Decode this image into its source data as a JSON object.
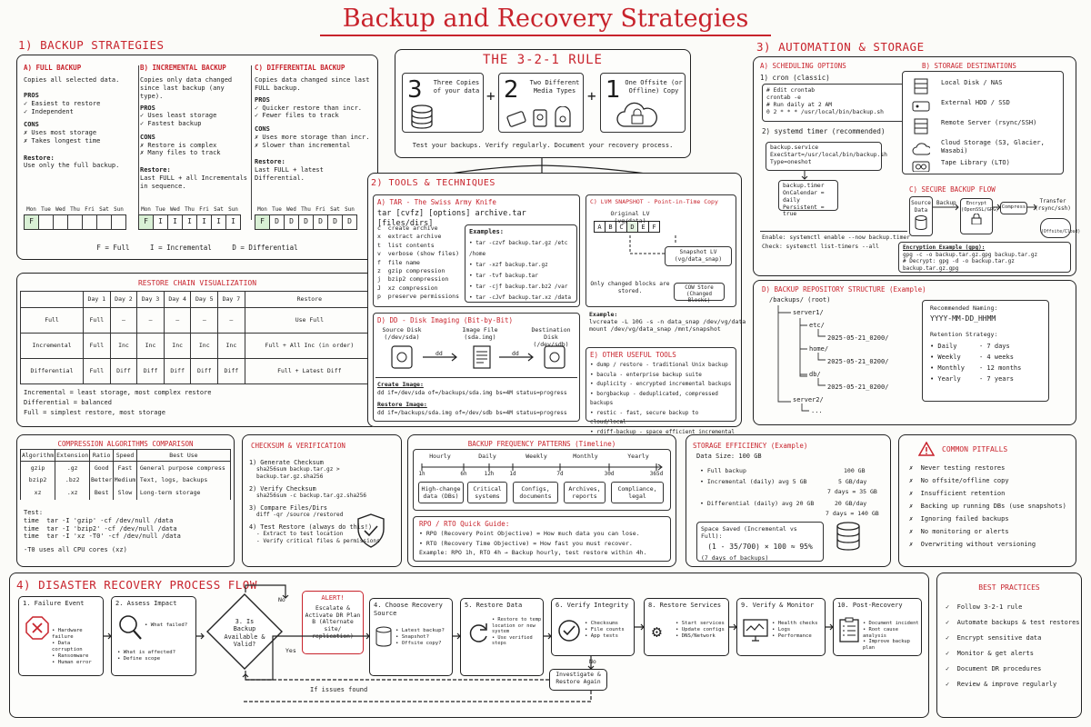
{
  "title": "Backup and Recovery Strategies",
  "s1": {
    "heading": "1) BACKUP STRATEGIES",
    "full": {
      "t": "A) FULL BACKUP",
      "desc": "Copies all selected data.",
      "pros_h": "PROS",
      "pros": [
        "✓ Easiest to restore",
        "✓ Independent"
      ],
      "cons_h": "CONS",
      "cons": [
        "✗ Uses most storage",
        "✗ Takes longest time"
      ],
      "restore_h": "Restore:",
      "restore": "Use only the full backup."
    },
    "inc": {
      "t": "B) INCREMENTAL BACKUP",
      "desc": "Copies only data changed since last backup (any type).",
      "pros_h": "PROS",
      "pros": [
        "✓ Uses least storage",
        "✓ Fastest backup"
      ],
      "cons_h": "CONS",
      "cons": [
        "✗ Restore is complex",
        "✗ Many files to track"
      ],
      "restore_h": "Restore:",
      "restore": "Last FULL + all Incrementals in sequence."
    },
    "diff": {
      "t": "C) DIFFERENTIAL BACKUP",
      "desc": "Copies data changed since last FULL backup.",
      "pros_h": "PROS",
      "pros": [
        "✓ Quicker restore than incr.",
        "✓ Fewer files to track"
      ],
      "cons_h": "CONS",
      "cons": [
        "✗ Uses more storage than incr.",
        "✗ Slower than incremental"
      ],
      "restore_h": "Restore:",
      "restore": "Last FULL + latest Differential."
    },
    "days": [
      "Mon",
      "Tue",
      "Wed",
      "Thu",
      "Fri",
      "Sat",
      "Sun"
    ],
    "week_full": [
      "F",
      "",
      "",
      "",
      "",
      "",
      ""
    ],
    "week_inc": [
      "F",
      "I",
      "I",
      "I",
      "I",
      "I",
      "I"
    ],
    "week_diff": [
      "F",
      "D",
      "D",
      "D",
      "D",
      "D",
      "D"
    ],
    "legend": "F = Full     I = Incremental     D = Differential"
  },
  "rule": {
    "title": "THE 3-2-1 RULE",
    "n1": "3",
    "l1": "Three Copies of your data",
    "plus": "+",
    "n2": "2",
    "l2": "Two Different Media Types",
    "n3": "1",
    "l3": "One Offsite (or Offline) Copy",
    "foot": "Test your backups. Verify regularly. Document your recovery process."
  },
  "chain": {
    "title": "RESTORE CHAIN VISUALIZATION",
    "head": [
      "",
      "Day 1",
      "Day 2",
      "Day 3",
      "Day 4",
      "Day 5",
      "Day 7",
      "Restore"
    ],
    "rows": [
      [
        "Full",
        "Full",
        "–",
        "–",
        "–",
        "–",
        "–",
        "Use Full"
      ],
      [
        "Incremental",
        "Full",
        "Inc",
        "Inc",
        "Inc",
        "Inc",
        "Inc",
        "Full + All Inc (in order)"
      ],
      [
        "Differential",
        "Full",
        "Diff",
        "Diff",
        "Diff",
        "Diff",
        "Diff",
        "Full + Latest Diff"
      ]
    ],
    "notes": [
      "Incremental = least storage, most complex restore",
      "Differential = balanced",
      "Full = simplest restore, most storage"
    ]
  },
  "tools": {
    "heading": "2) TOOLS & TECHNIQUES",
    "tar": {
      "t": "A) TAR - The Swiss Army Knife",
      "syntax": "tar [cvfz] [options] archive.tar [files/dirs]",
      "opts": [
        "c  create archive",
        "x  extract archive",
        "t  list contents",
        "v  verbose (show files)",
        "f  file name",
        "z  gzip compression",
        "j  bzip2 compression",
        "J  xz compression",
        "p  preserve permissions"
      ],
      "ex_h": "Examples:",
      "ex": [
        "• tar -czvf backup.tar.gz /etc /home",
        "• tar -xzf backup.tar.gz",
        "• tar -tvf backup.tar",
        "• tar -cjf backup.tar.bz2 /var",
        "• tar -cJvf backup.tar.xz /data"
      ]
    },
    "lvm": {
      "t": "C) LVM SNAPSHOT - Point-in-Time Copy",
      "orig": "Original LV (vg/data)",
      "blocks": [
        "A",
        "B",
        "C",
        "D",
        "E",
        "F"
      ],
      "snap": "Snapshot LV (vg/data_snap)",
      "cow": "COW Store (Changed Blocks)",
      "note": "Only changed blocks are stored.",
      "ex_h": "Example:",
      "ex": [
        "lvcreate -L 10G -s -n data_snap /dev/vg/data",
        "mount /dev/vg/data_snap /mnt/snapshot"
      ]
    },
    "dd": {
      "t": "D) DD - Disk Imaging (Bit-by-Bit)",
      "src": "Source Disk (/dev/sda)",
      "arrow": "dd",
      "img": "Image File (sda.img)",
      "dst": "Destination Disk (/dev/sdb)",
      "c_h": "Create Image:",
      "c": "dd if=/dev/sda of=/backups/sda.img bs=4M status=progress",
      "r_h": "Restore Image:",
      "r": "dd if=/backups/sda.img of=/dev/sdb bs=4M status=progress"
    },
    "other": {
      "t": "E) OTHER USEFUL TOOLS",
      "items": [
        "• dump / restore - traditional Unix backup",
        "• bacula - enterprise backup suite",
        "• duplicity - encrypted incremental backups",
        "• borgbackup - deduplicated, compressed backups",
        "• restic - fast, secure backup to cloud/local",
        "• rdiff-backup - space efficient incremental"
      ]
    }
  },
  "auto": {
    "heading": "3) AUTOMATION & STORAGE",
    "sched": {
      "t": "A) SCHEDULING OPTIONS",
      "cron_h": "1) cron (classic)",
      "cron": [
        "# Edit crontab",
        "crontab -e",
        "# Run daily at 2 AM",
        "0 2 * * * /usr/local/bin/backup.sh"
      ],
      "sys_h": "2) systemd timer (recommended)",
      "svc": [
        "backup.service",
        "ExecStart=/usr/local/bin/backup.sh",
        "Type=oneshot"
      ],
      "tmr": [
        "backup.timer",
        "OnCalendar = daily",
        "Persistent = true"
      ],
      "en": [
        "Enable: systemctl enable --now backup.timer",
        "Check: systemctl list-timers --all"
      ]
    },
    "dest": {
      "t": "B) STORAGE DESTINATIONS",
      "items": [
        "Local Disk / NAS",
        "External HDD / SSD",
        "Remote Server (rsync/SSH)",
        "Cloud Storage (S3, Glacier, Wasabi)",
        "Tape Library (LTO)"
      ]
    },
    "flow": {
      "t": "C) SECURE BACKUP FLOW",
      "n": [
        "Source Data",
        "Encrypt (OpenSSL/GPG)",
        "Compress",
        "Transfer (rsync/ssh)"
      ],
      "lbl": "Backup",
      "cloud": "(Offsite/Cloud)",
      "enc_h": "Encryption Example (gpg):",
      "enc": [
        "gpg -c -o backup.tar.gz.gpg backup.tar.gz",
        "# Decrypt: gpg -d -o backup.tar.gz backup.tar.gz.gpg"
      ]
    }
  },
  "repo": {
    "t": "D) BACKUP REPOSITORY STRUCTURE (Example)",
    "tree": [
      "/backups/ (root)",
      "server1/",
      "etc/",
      "2025-05-21_0200/",
      "home/",
      "2025-05-21_0200/",
      "db/",
      "2025-05-21_0200/",
      "server2/",
      "..."
    ],
    "nm_h": "Recommended Naming:",
    "nm": "YYYY-MM-DD_HHMM",
    "rt_h": "Retention Strategy:",
    "rt": [
      [
        "• Daily",
        "- 7 days"
      ],
      [
        "• Weekly",
        "- 4 weeks"
      ],
      [
        "• Monthly",
        "- 12 months"
      ],
      [
        "• Yearly",
        "- 7 years"
      ]
    ]
  },
  "comp": {
    "t": "COMPRESSION ALGORITHMS COMPARISON",
    "head": [
      "Algorithm",
      "Extension",
      "Ratio",
      "Speed",
      "Best Use"
    ],
    "rows": [
      [
        "gzip",
        ".gz",
        "Good",
        "Fast",
        "General purpose compress"
      ],
      [
        "bzip2",
        ".bz2",
        "Better",
        "Medium",
        "Text, logs, backups"
      ],
      [
        "xz",
        ".xz",
        "Best",
        "Slow",
        "Long-term storage"
      ]
    ],
    "test_h": "Test:",
    "tests": [
      "time  tar -I 'gzip' -cf /dev/null /data",
      "time  tar -I 'bzip2' -cf /dev/null /data",
      "time  tar -I 'xz -T0' -cf /dev/null /data"
    ],
    "note": "-T0 uses all CPU cores (xz)"
  },
  "chk": {
    "t": "CHECKSUM & VERIFICATION",
    "s": [
      "1) Generate Checksum",
      "sha256sum backup.tar.gz > backup.tar.gz.sha256",
      "2) Verify Checksum",
      "sha256sum -c backup.tar.gz.sha256",
      "3) Compare Files/Dirs",
      "diff -qr /source /restored",
      "4) Test Restore (always do this!)",
      "- Extract to test location",
      "- Verify critical files & permissions"
    ]
  },
  "freq": {
    "t": "BACKUP FREQUENCY PATTERNS (Timeline)",
    "cols": [
      "Hourly",
      "Daily",
      "Weekly",
      "Monthly",
      "Yearly"
    ],
    "ticks": [
      "1h",
      "6h",
      "12h",
      "1d",
      "7d",
      "30d",
      "365d"
    ],
    "boxes": [
      "High-change data (DBs)",
      "Critical systems",
      "Configs, documents",
      "Archives, reports",
      "Compliance, legal"
    ],
    "q_t": "RPO / RTO Quick Guide:",
    "q": [
      "• RPO (Recovery Point Objective) = How much data you can lose.",
      "• RTO (Recovery Time Objective) = How fast you must recover.",
      "Example: RPO 1h, RTO 4h → Backup hourly, test restore within 4h."
    ]
  },
  "eff": {
    "t": "STORAGE EFFICIENCY (Example)",
    "size": "Data Size: 100 GB",
    "l": [
      "• Full backup",
      "• Incremental (daily) avg 5 GB",
      "• Differential (daily) avg 20 GB"
    ],
    "v": [
      "100 GB",
      "5 GB/day",
      "7 days = 35 GB",
      "20 GB/day",
      "7 days = 140 GB"
    ],
    "sv_h": "Space Saved (Incremental vs Full):",
    "sv": "(1 - 35/700) × 100 ≈ 95%",
    "sv_n": "(7 days of backups)"
  },
  "pit": {
    "t": "COMMON PITFALLS",
    "items": [
      "✗  Never testing restores",
      "✗  No offsite/offline copy",
      "✗  Insufficient retention",
      "✗  Backing up running DBs (use snapshots)",
      "✗  Ignoring failed backups",
      "✗  No monitoring or alerts",
      "✗  Overwriting without versioning"
    ]
  },
  "dr": {
    "heading": "4) DISASTER RECOVERY PROCESS FLOW",
    "s1": {
      "t": "1. Failure Event",
      "i": [
        "• Hardware failure",
        "• Data corruption",
        "• Ransomware",
        "• Human error"
      ]
    },
    "s2": {
      "t": "2. Assess Impact",
      "i": [
        "• What failed?",
        "• What is affected?",
        "• Define scope"
      ]
    },
    "s3": "3. Is Backup Available & Valid?",
    "no": "No",
    "yes": "Yes",
    "alert": {
      "t": "ALERT!",
      "d": "Escalate & Activate DR Plan B (Alternate site/ replication)"
    },
    "s4": {
      "t": "4. Choose Recovery Source",
      "i": [
        "• Latest backup?",
        "• Snapshot?",
        "• Offsite copy?"
      ]
    },
    "s5": {
      "t": "5. Restore Data",
      "i": [
        "• Restore to temp location or new system",
        "• Use verified steps"
      ]
    },
    "s6": {
      "t": "6. Verify Integrity",
      "i": [
        "• Checksums",
        "• File counts",
        "• App tests"
      ]
    },
    "s8": {
      "t": "8. Restore Services",
      "i": [
        "• Start services",
        "• Update configs",
        "• DNS/Network"
      ]
    },
    "s9": {
      "t": "9. Verify & Monitor",
      "i": [
        "• Health checks",
        "• Logs",
        "• Performance"
      ]
    },
    "s10": {
      "t": "10. Post-Recovery",
      "i": [
        "• Document incident",
        "• Root cause analysis",
        "• Improve backup plan"
      ]
    },
    "no2": "No",
    "inv": "Investigate & Restore Again",
    "loop": "If issues found"
  },
  "best": {
    "t": "BEST PRACTICES",
    "items": [
      "✓  Follow 3-2-1 rule",
      "✓  Automate backups & test restores",
      "✓  Encrypt sensitive data",
      "✓  Monitor & get alerts",
      "✓  Document DR procedures",
      "✓  Review & improve regularly"
    ]
  }
}
